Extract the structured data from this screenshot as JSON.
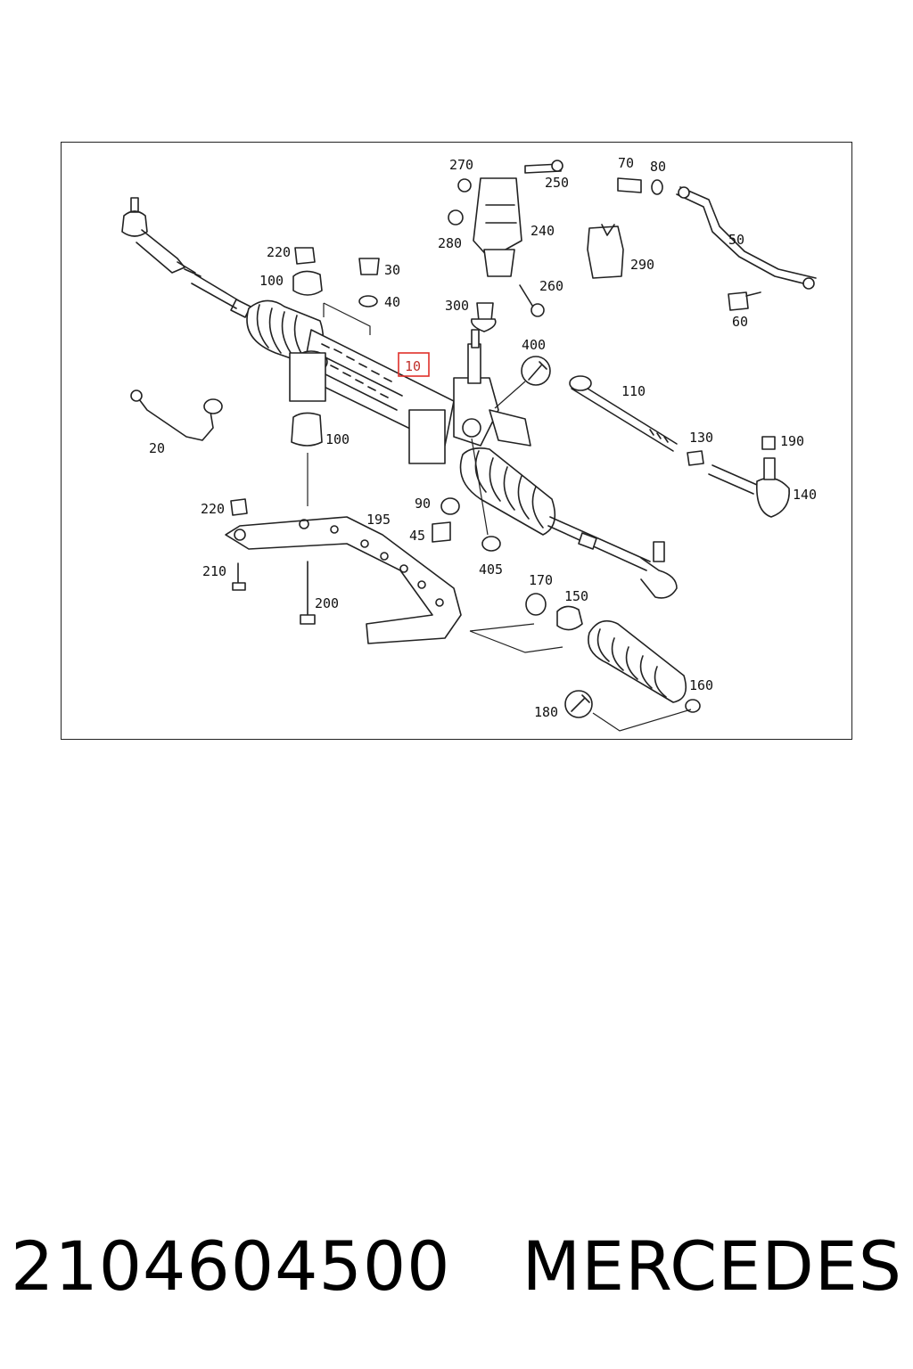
{
  "diagram": {
    "highlight_color": "#e0302a",
    "highlighted_label": "10",
    "labels": {
      "l270": "270",
      "l250": "250",
      "l240": "240",
      "l280": "280",
      "l70": "70",
      "l80": "80",
      "l50": "50",
      "l290": "290",
      "l260": "260",
      "l60": "60",
      "l300": "300",
      "l400": "400",
      "l220a": "220",
      "l30": "30",
      "l100a": "100",
      "l40": "40",
      "l10": "10",
      "l110": "110",
      "l130": "130",
      "l190": "190",
      "l140": "140",
      "l20": "20",
      "l100b": "100",
      "l90": "90",
      "l220b": "220",
      "l195": "195",
      "l45": "45",
      "l405": "405",
      "l210": "210",
      "l200": "200",
      "l170": "170",
      "l150": "150",
      "l160": "160",
      "l180": "180"
    }
  },
  "caption": {
    "part_number": "2104604500",
    "brand": "MERCEDES"
  }
}
